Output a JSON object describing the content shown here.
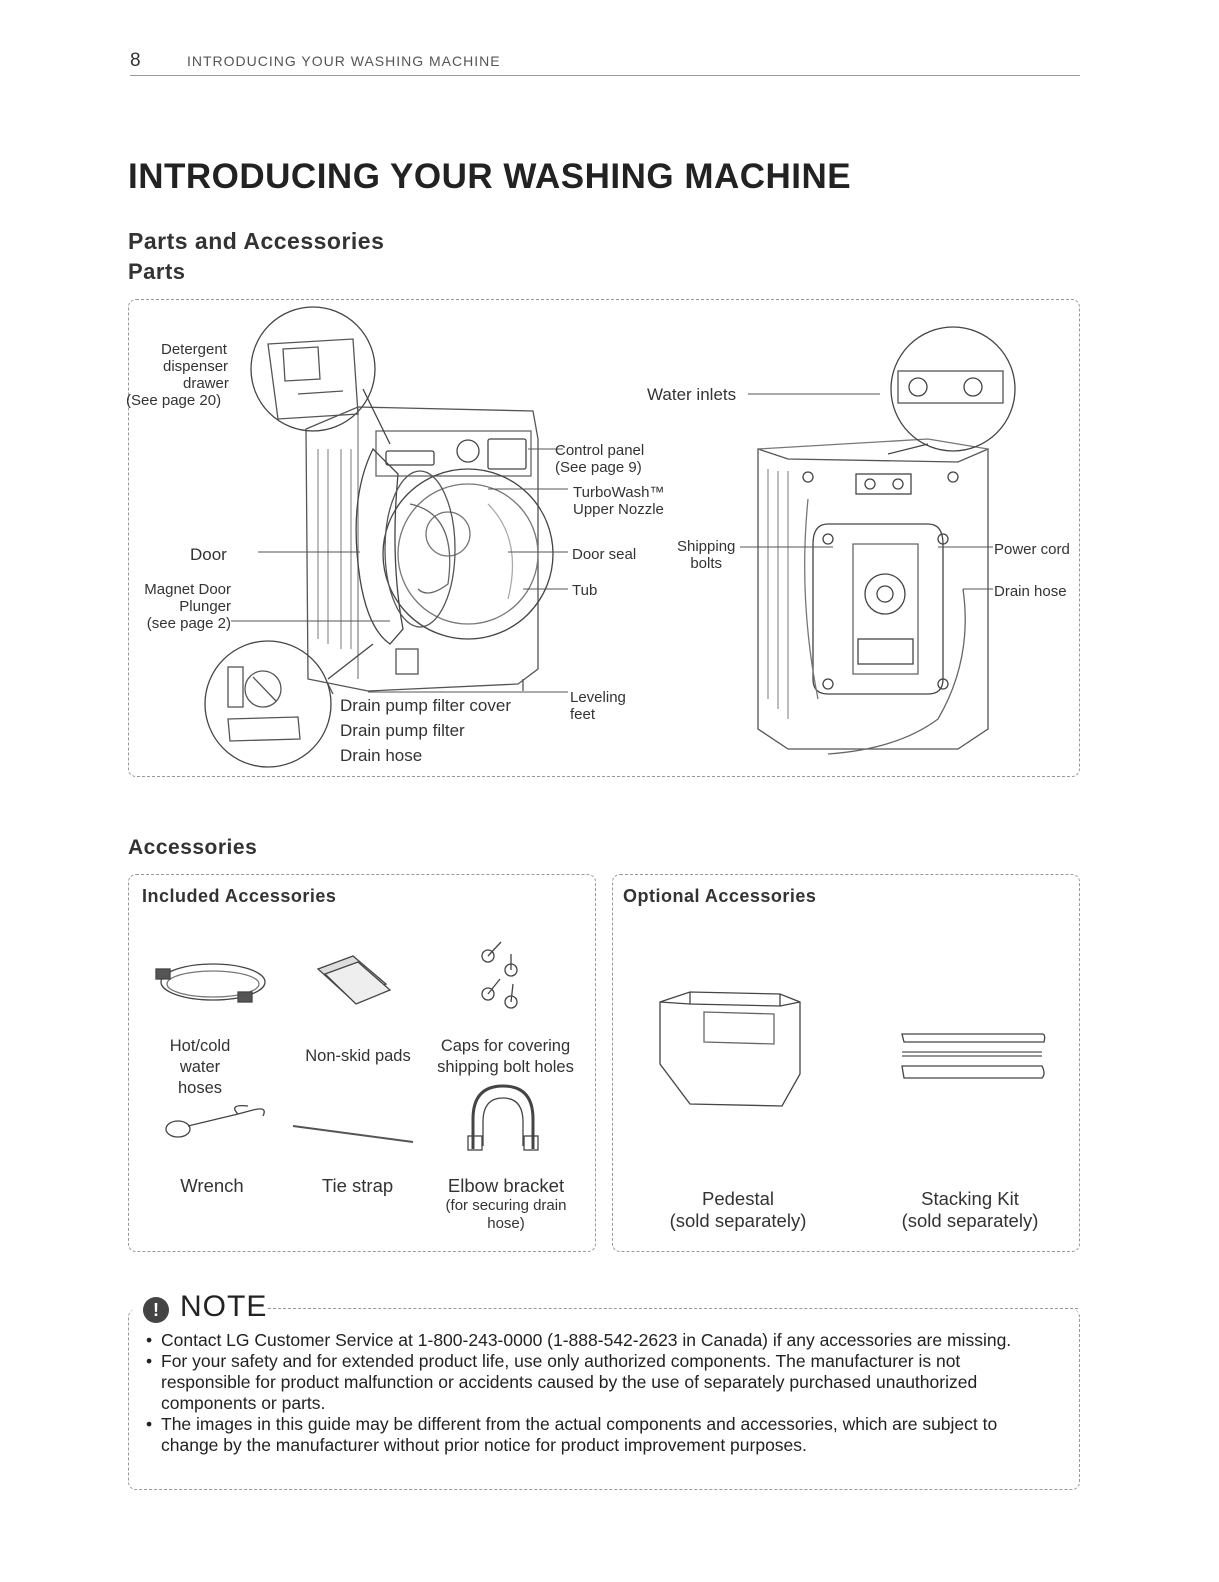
{
  "header": {
    "page_number": "8",
    "running_title": "INTRODUCING YOUR WASHING MACHINE"
  },
  "title": "INTRODUCING YOUR WASHING MACHINE",
  "section": "Parts and Accessories",
  "parts": {
    "heading": "Parts",
    "front_labels": {
      "detergent": [
        "Detergent",
        "dispenser",
        "drawer",
        "(See page 20)"
      ],
      "control_panel": [
        "Control panel",
        "(See page 9)"
      ],
      "turbowash": [
        "TurboWash™",
        "Upper Nozzle"
      ],
      "door": "Door",
      "door_seal": "Door seal",
      "magnet": [
        "Magnet Door",
        "Plunger",
        "(see page 2)"
      ],
      "tub": "Tub",
      "leveling": [
        "Leveling",
        "feet"
      ],
      "drain_pump_filter_cover": "Drain pump filter cover",
      "drain_pump_filter": "Drain pump filter",
      "drain_hose": "Drain hose"
    },
    "rear_labels": {
      "water_inlets": "Water inlets",
      "shipping_bolts": [
        "Shipping",
        "bolts"
      ],
      "power_cord": "Power cord",
      "drain_hose": "Drain hose"
    }
  },
  "accessories": {
    "heading": "Accessories",
    "included": {
      "heading": "Included Accessories",
      "items": {
        "hoses": [
          "Hot/cold water",
          "hoses"
        ],
        "pads": "Non-skid pads",
        "caps": [
          "Caps for covering",
          "shipping bolt holes"
        ],
        "wrench": "Wrench",
        "tie_strap": "Tie strap",
        "elbow": "Elbow bracket",
        "elbow_note": [
          "(for securing drain",
          "hose)"
        ]
      }
    },
    "optional": {
      "heading": "Optional Accessories",
      "items": {
        "pedestal": [
          "Pedestal",
          "(sold separately)"
        ],
        "stacking": [
          "Stacking Kit",
          "(sold separately)"
        ]
      }
    }
  },
  "note": {
    "heading": "NOTE",
    "items": [
      "Contact LG Customer Service at  1-800-243-0000 (1-888-542-2623 in Canada) if any accessories are missing.",
      "For your safety and for extended product life, use only authorized components. The manufacturer is not responsible for product malfunction or accidents caused by the use of separately purchased unauthorized components or parts.",
      "The images in this guide may be different from the actual components and accessories, which are subject to change by the manufacturer without prior notice for product improvement purposes."
    ]
  }
}
